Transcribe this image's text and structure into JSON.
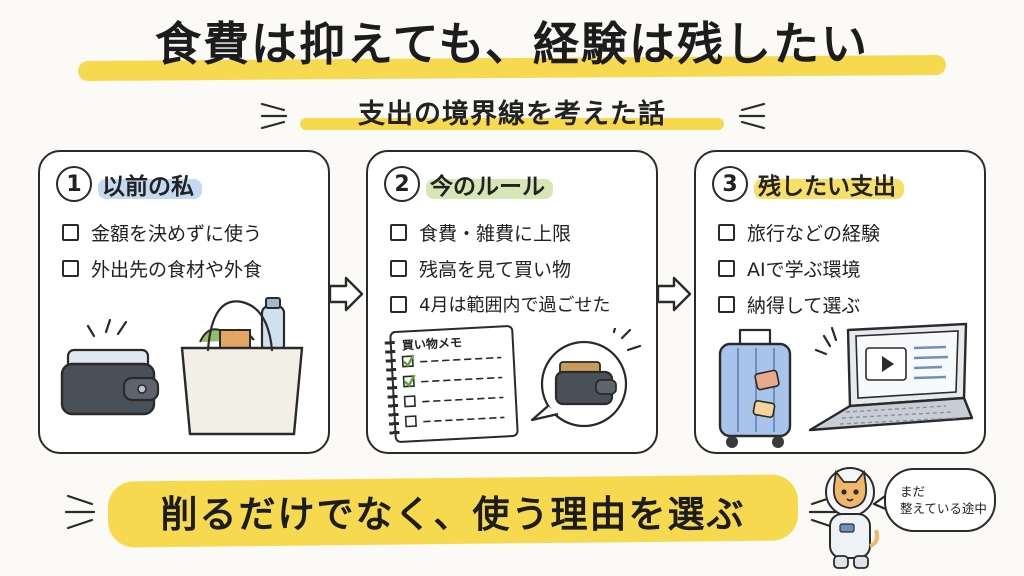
{
  "header": {
    "title": "食費は抑えても、経験は残したい",
    "subtitle": "支出の境界線を考えた話"
  },
  "panels": [
    {
      "number": "1",
      "heading": "以前の私",
      "highlight_color": "#b9d3ee",
      "items": [
        "金額を決めずに使う",
        "外出先の食材や外食"
      ]
    },
    {
      "number": "2",
      "heading": "今のルール",
      "highlight_color": "#cfe2a8",
      "items": [
        "食費・雑費に上限",
        "残高を見て買い物",
        "4月は範囲内で過ごせた"
      ],
      "memo_label": "買い物メモ"
    },
    {
      "number": "3",
      "heading": "残したい支出",
      "highlight_color": "#f6d94e",
      "items": [
        "旅行などの経験",
        "AIで学ぶ環境",
        "納得して選ぶ"
      ]
    }
  ],
  "footer": {
    "banner": "削るだけでなく、使う理由を選ぶ",
    "speech_line1": "まだ",
    "speech_line2": "整えている途中"
  },
  "icons": [
    "wallet-icon",
    "tote-bag-icon",
    "notebook-icon",
    "wallet-bubble-icon",
    "suitcase-icon",
    "laptop-icon",
    "astronaut-cat-icon",
    "arrow-right-icon"
  ]
}
